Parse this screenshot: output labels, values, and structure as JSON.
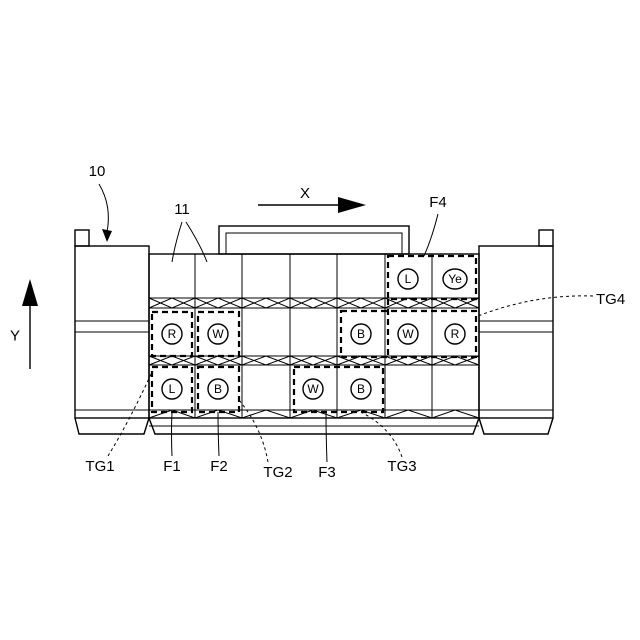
{
  "labels": {
    "ref_10": "10",
    "ref_11": "11",
    "axis_x": "X",
    "axis_y": "Y",
    "f1": "F1",
    "f2": "F2",
    "f3": "F3",
    "f4": "F4",
    "tg1": "TG1",
    "tg2": "TG2",
    "tg3": "TG3",
    "tg4": "TG4"
  },
  "cavities": {
    "row1_col7": "L",
    "row1_col8": "Ye",
    "row2_col1": "R",
    "row2_col2": "W",
    "row2_col6": "B",
    "row2_col7": "W",
    "row2_col8": "R",
    "row3_col1": "L",
    "row3_col2": "B",
    "row3_col4": "W",
    "row3_col5": "B"
  }
}
